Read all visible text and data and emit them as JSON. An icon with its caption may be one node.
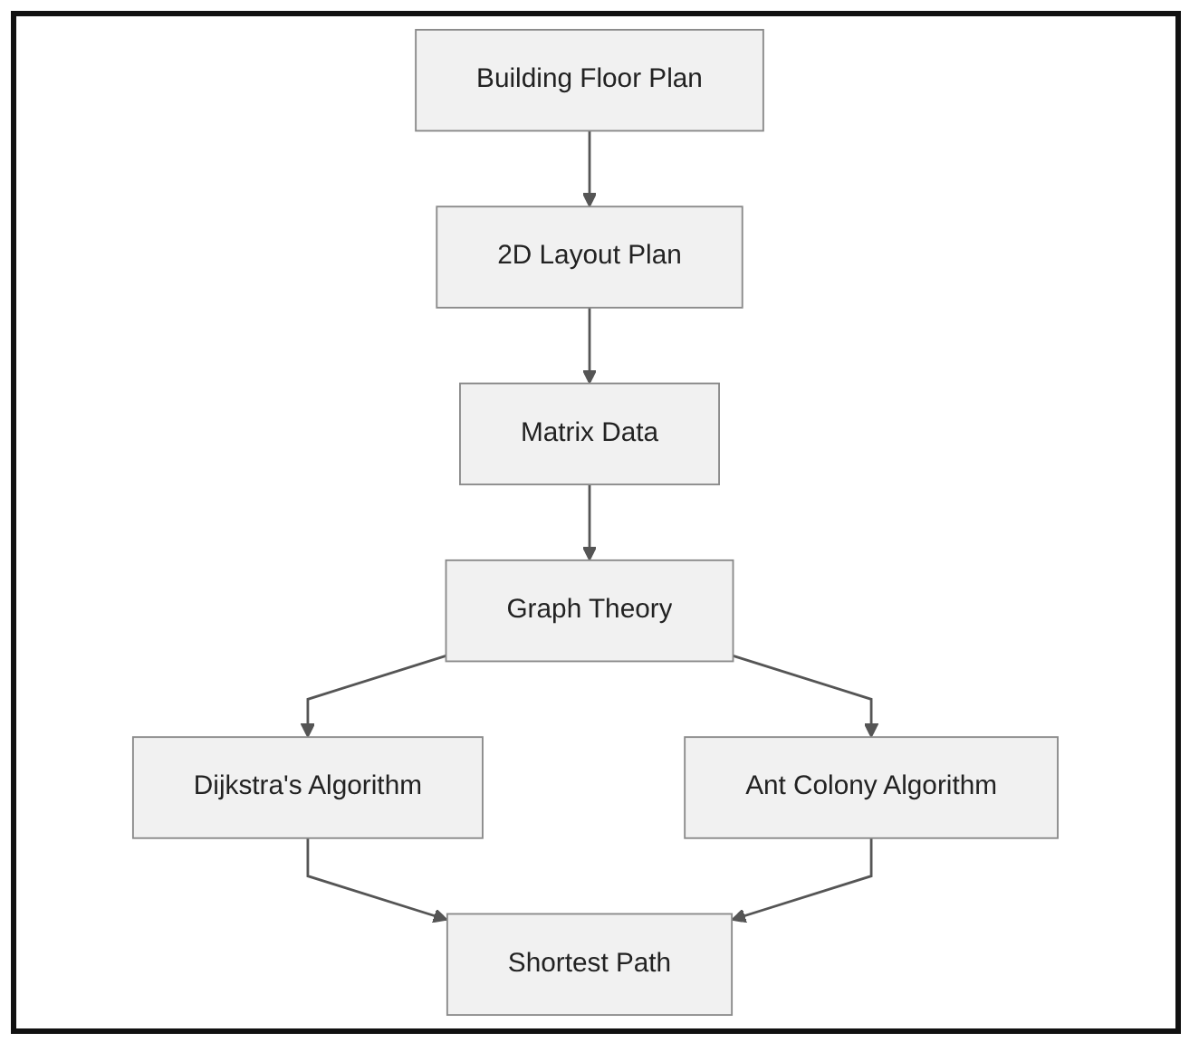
{
  "diagram": {
    "nodes": [
      {
        "text": [
          "Building Floor Plan"
        ]
      },
      {
        "text": [
          "2D Layout Plan"
        ]
      },
      {
        "text": [
          "Matrix Data"
        ]
      },
      {
        "text": [
          "Graph Theory"
        ]
      },
      {
        "text": [
          "Dijkstra's Algorithm"
        ]
      },
      {
        "text": [
          "Ant Colony Algorithm"
        ]
      },
      {
        "text": [
          "Shortest Path"
        ]
      }
    ],
    "edges": [
      {
        "from": 0,
        "to": 1,
        "arrow": "to"
      },
      {
        "from": 1,
        "to": 2,
        "arrow": "to"
      },
      {
        "from": 2,
        "to": 3,
        "arrow": "to"
      },
      {
        "from": 3,
        "to": 4,
        "arrow": "to"
      },
      {
        "from": 3,
        "to": 5,
        "arrow": "to"
      },
      {
        "from": 4,
        "to": 6,
        "arrow": "to"
      },
      {
        "from": 5,
        "to": 6,
        "arrow": "to"
      }
    ]
  }
}
